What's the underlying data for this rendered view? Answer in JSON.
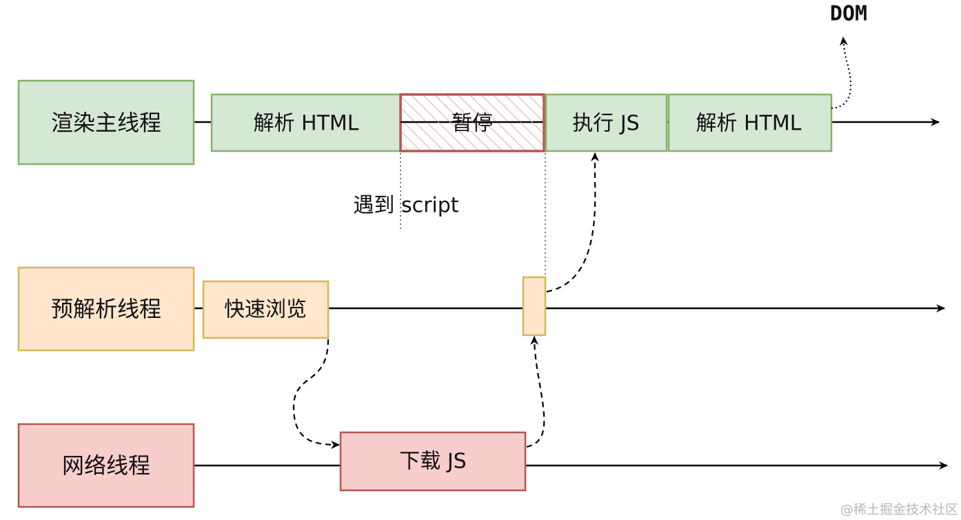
{
  "colors": {
    "green_fill": "#d5e8d4",
    "green_stroke": "#82b366",
    "orange_fill": "#ffe6cc",
    "orange_stroke": "#d6b656",
    "red_fill": "#f8cecc",
    "red_stroke": "#b85450",
    "line": "#000000"
  },
  "threads": {
    "main": "渲染主线程",
    "preparse": "预解析线程",
    "network": "网络线程"
  },
  "main_tasks": {
    "parse1": "解析 HTML",
    "pause": "暂停",
    "exec": "执行 JS",
    "parse2": "解析 HTML"
  },
  "preparse_tasks": {
    "scan": "快速浏览"
  },
  "network_tasks": {
    "download": "下载 JS"
  },
  "annotations": {
    "script": "遇到 script",
    "dom": "DOM"
  },
  "watermark": "@稀土掘金技术社区"
}
